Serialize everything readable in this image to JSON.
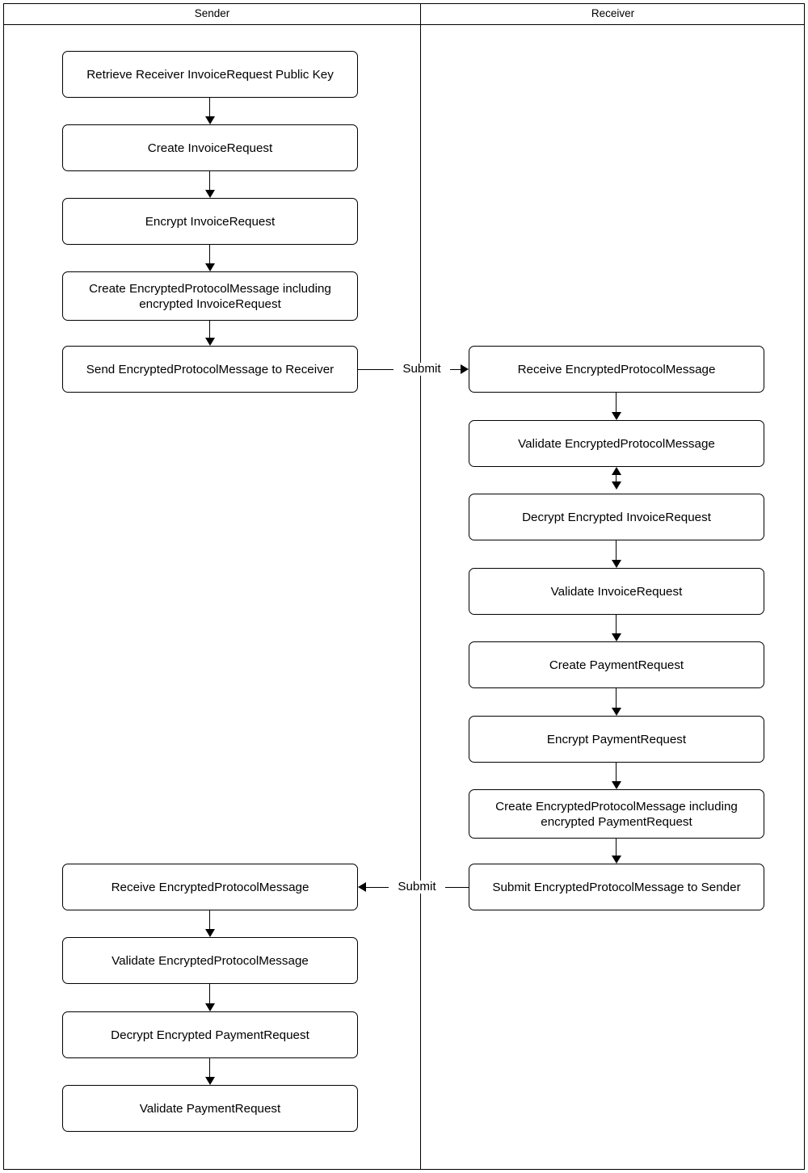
{
  "diagram": {
    "type": "swimlane-flowchart",
    "lanes": [
      {
        "id": "sender",
        "title": "Sender"
      },
      {
        "id": "receiver",
        "title": "Receiver"
      }
    ],
    "colors": {
      "stroke": "#000000",
      "fill": "#ffffff",
      "text": "#000000"
    }
  },
  "sender_top": {
    "nodes": [
      {
        "label": "Retrieve Receiver InvoiceRequest Public Key"
      },
      {
        "label": "Create InvoiceRequest"
      },
      {
        "label": "Encrypt InvoiceRequest"
      },
      {
        "line1": "Create EncryptedProtocolMessage including",
        "line2": "encrypted InvoiceRequest"
      },
      {
        "label": "Send EncryptedProtocolMessage to Receiver"
      }
    ]
  },
  "receiver": {
    "nodes": [
      {
        "label": "Receive EncryptedProtocolMessage"
      },
      {
        "label": "Validate EncryptedProtocolMessage"
      },
      {
        "label": "Decrypt Encrypted InvoiceRequest"
      },
      {
        "label": "Validate InvoiceRequest"
      },
      {
        "label": "Create PaymentRequest"
      },
      {
        "label": "Encrypt PaymentRequest"
      },
      {
        "line1": "Create EncryptedProtocolMessage including",
        "line2": "encrypted PaymentRequest"
      },
      {
        "label": "Submit EncryptedProtocolMessage to Sender"
      }
    ]
  },
  "sender_bottom": {
    "nodes": [
      {
        "label": "Receive EncryptedProtocolMessage"
      },
      {
        "label": "Validate EncryptedProtocolMessage"
      },
      {
        "label": "Decrypt Encrypted PaymentRequest"
      },
      {
        "label": "Validate PaymentRequest"
      }
    ]
  },
  "edges": {
    "submit_to_receiver": "Submit",
    "submit_to_sender": "Submit"
  }
}
